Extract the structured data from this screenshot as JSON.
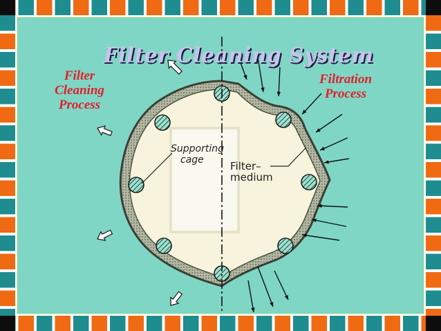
{
  "slide": {
    "title": "Filter Cleaning System",
    "left_label": [
      "Filter",
      "Cleaning",
      "Process"
    ],
    "right_label": [
      "Filtration",
      "Process"
    ]
  },
  "diagram": {
    "supporting_cage_label": [
      "Supporting",
      "cage"
    ],
    "filter_medium_label": [
      "Filter–",
      "medium"
    ]
  },
  "colors": {
    "border_orange": "#f06a14",
    "border_teal": "#1f8c8f",
    "panel_bg": "#7fd6c4",
    "title": "#c9c2ef",
    "labels_red": "#e0202a",
    "filter_interior": "#f7f3dd",
    "filter_medium_fill": "#9aa392"
  }
}
